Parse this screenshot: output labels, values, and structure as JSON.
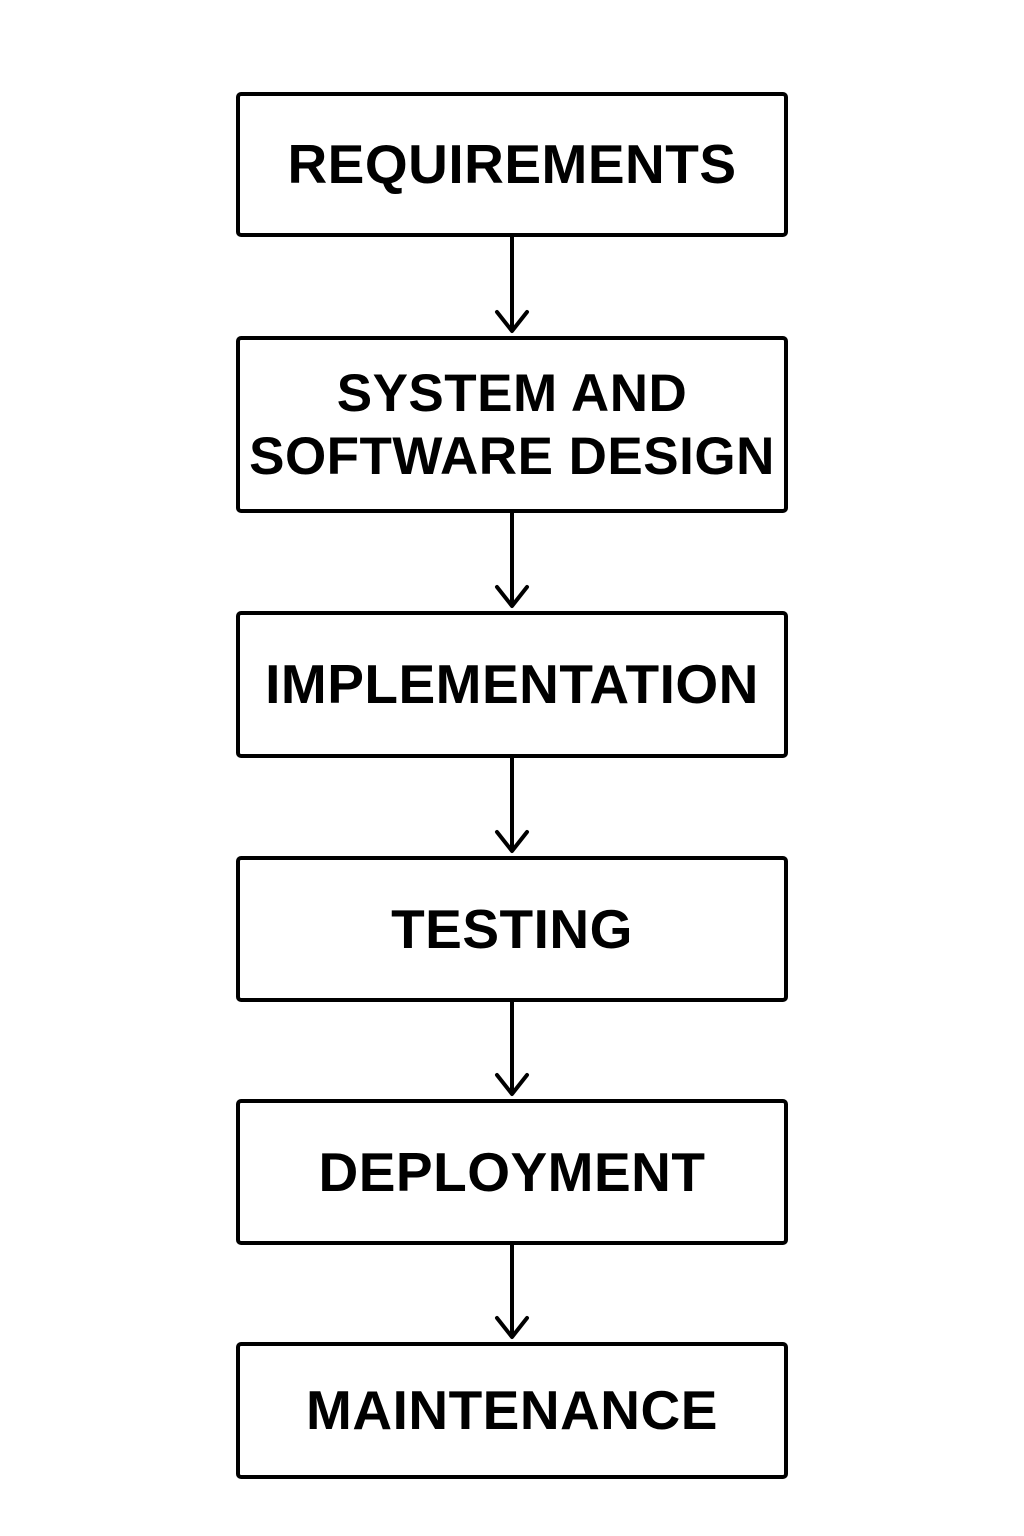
{
  "diagram": {
    "steps": [
      {
        "label": "REQUIREMENTS"
      },
      {
        "label": "SYSTEM AND\nSOFTWARE DESIGN"
      },
      {
        "label": "IMPLEMENTATION"
      },
      {
        "label": "TESTING"
      },
      {
        "label": "DEPLOYMENT"
      },
      {
        "label": "MAINTENANCE"
      }
    ],
    "colors": {
      "stroke": "#000000",
      "background": "#ffffff"
    }
  }
}
